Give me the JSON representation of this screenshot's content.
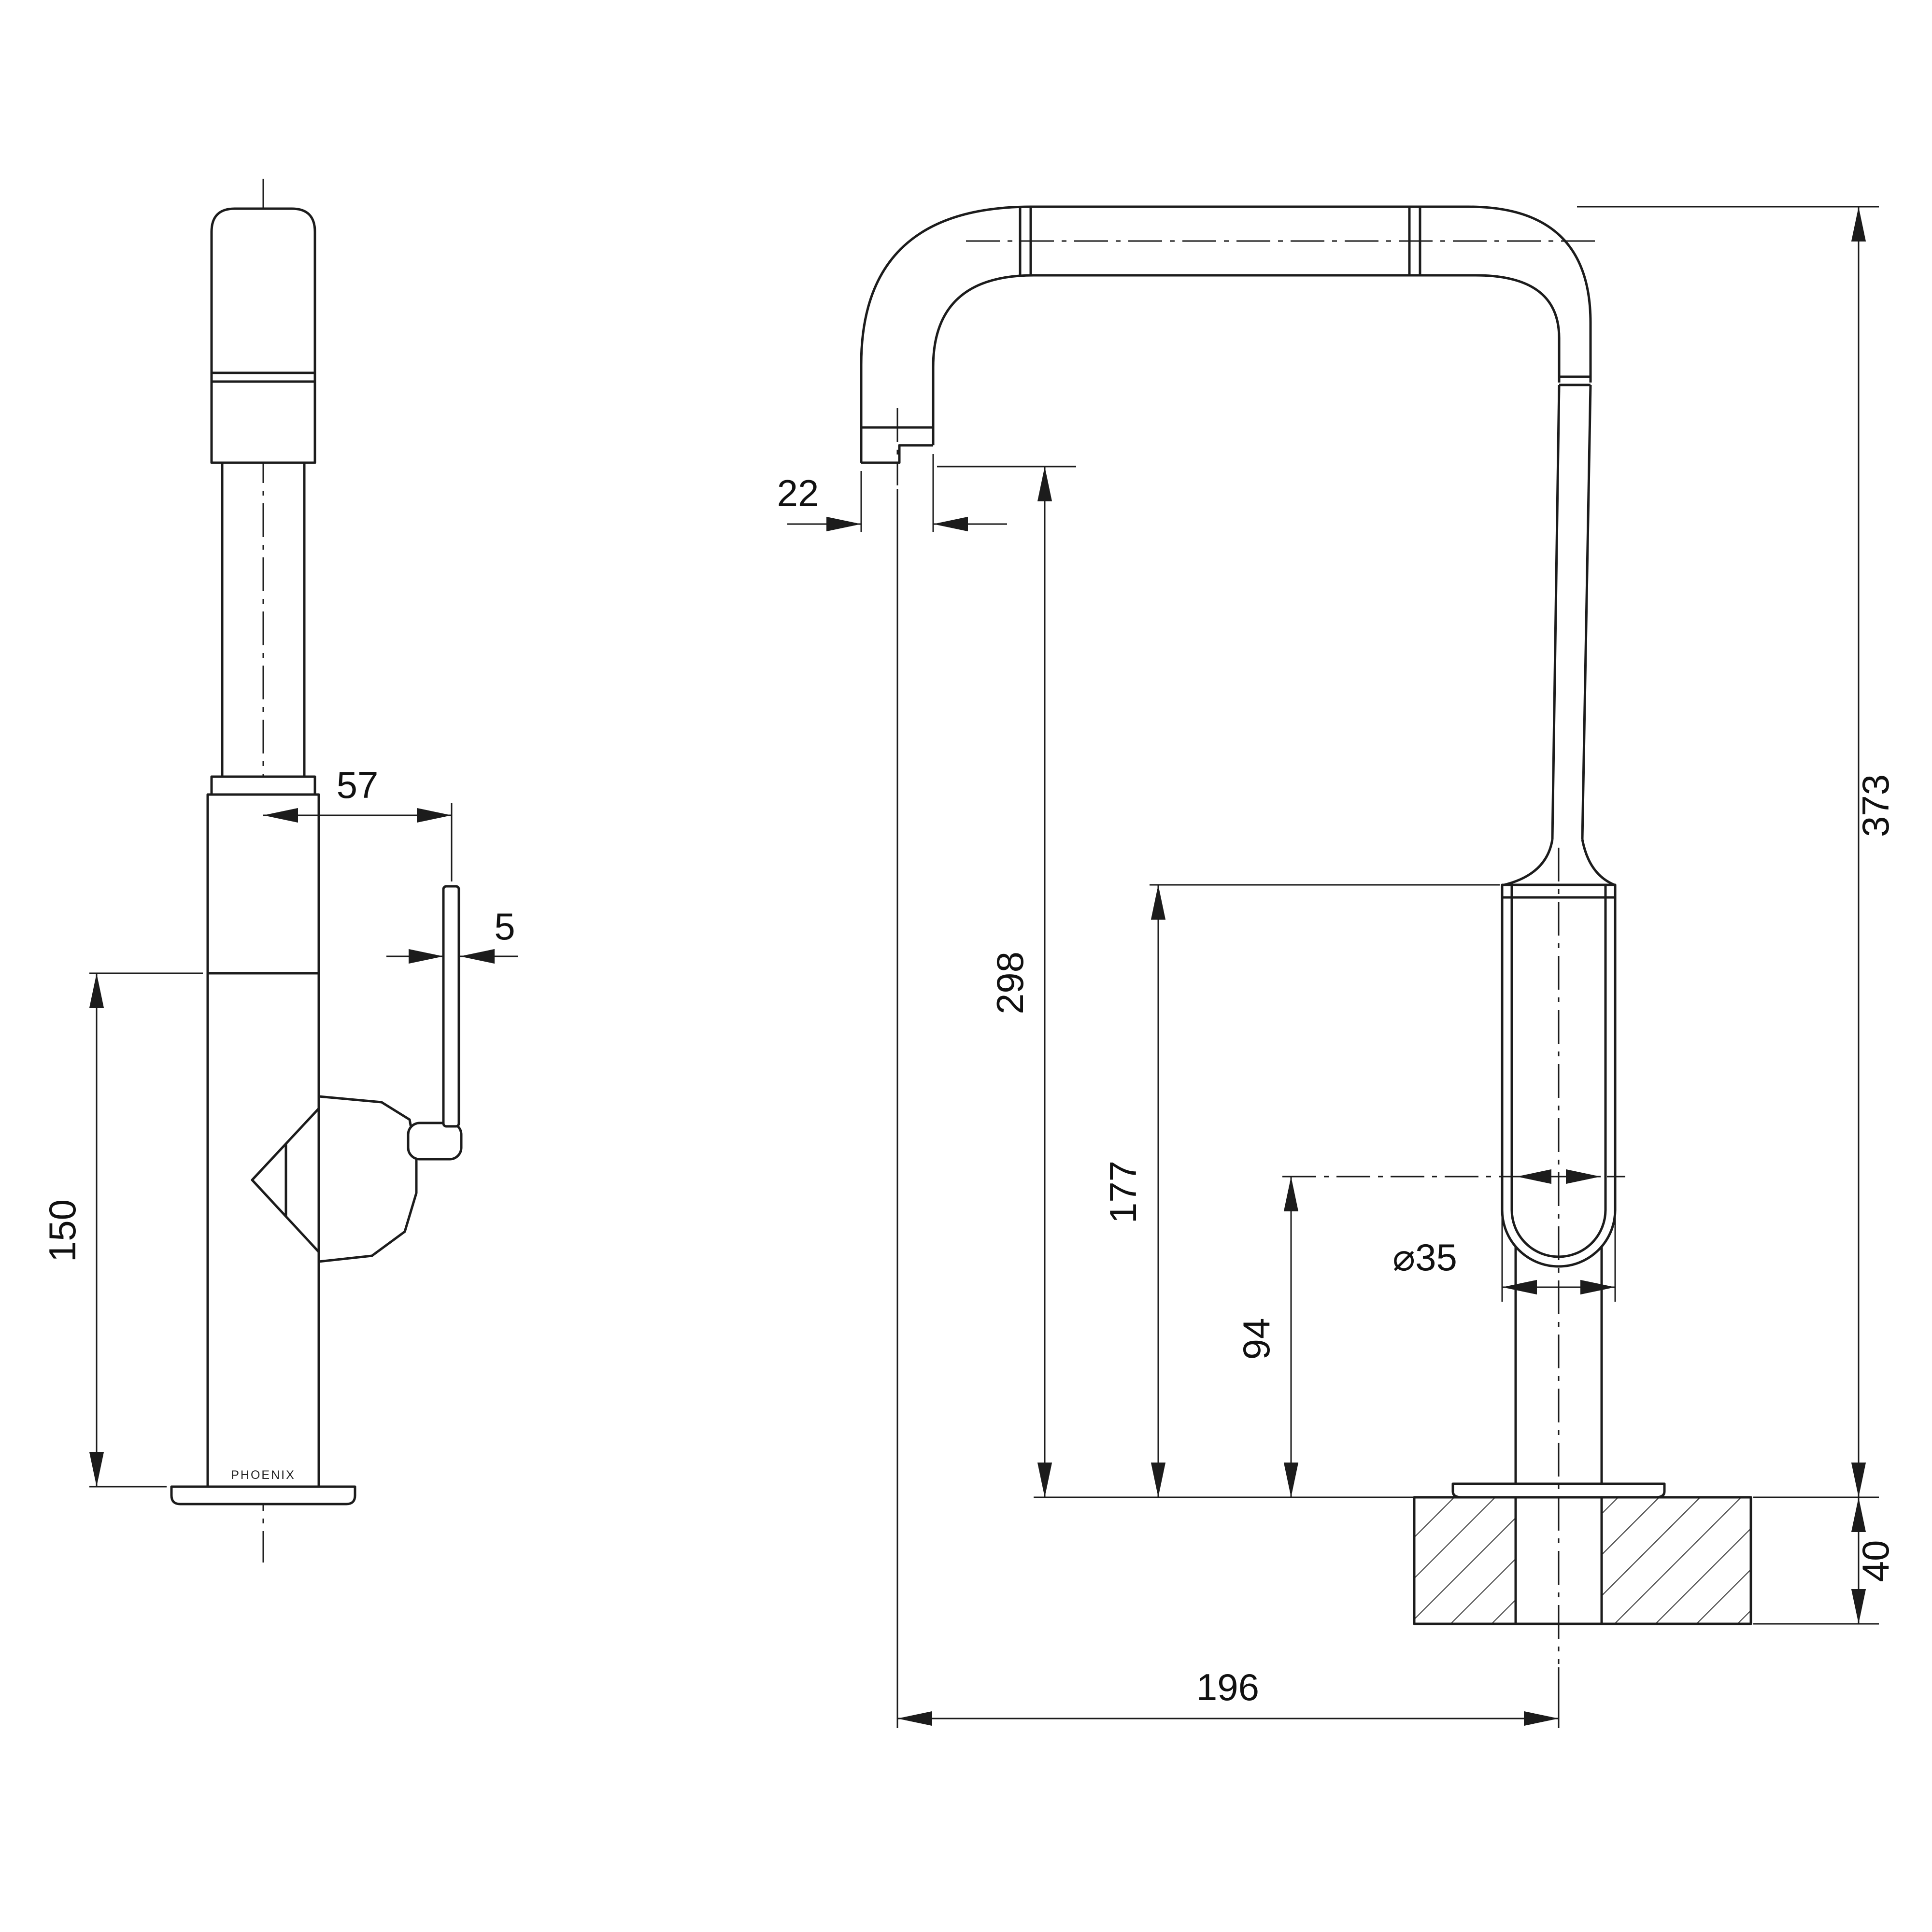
{
  "brand": "PHOENIX",
  "dimensions": {
    "handle_offset": "57",
    "handle_thickness": "5",
    "body_lower_height": "150",
    "spout_tip_width": "22",
    "spout_underside_height": "298",
    "body_top_height": "177",
    "outlet_centre_height": "94",
    "body_diameter": "⌀35",
    "overall_height": "373",
    "bench_thickness": "40",
    "spout_reach": "196"
  }
}
